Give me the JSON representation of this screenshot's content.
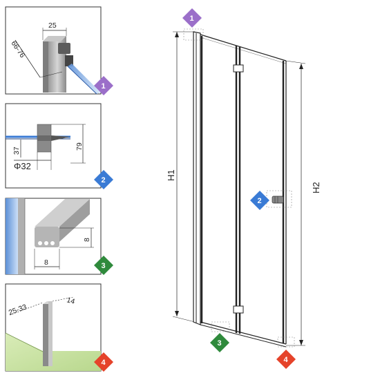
{
  "panels": [
    {
      "id": "1",
      "dims": [
        "25",
        "66-76"
      ]
    },
    {
      "id": "2",
      "dims": [
        "79",
        "37",
        "Φ32"
      ]
    },
    {
      "id": "3",
      "dims": [
        "8",
        "8"
      ]
    },
    {
      "id": "4",
      "dims": [
        "25-33",
        "14"
      ]
    }
  ],
  "main": {
    "height_left": "H1",
    "height_right": "H2"
  },
  "markers": [
    "1",
    "2",
    "3",
    "4"
  ],
  "colors": {
    "marker_1": "#9b6fc9",
    "marker_2": "#3a7bd5",
    "marker_3": "#2f8a3c",
    "marker_4": "#e5432a",
    "glass": "#8fb8e8",
    "floor": "#c9e3a3"
  }
}
